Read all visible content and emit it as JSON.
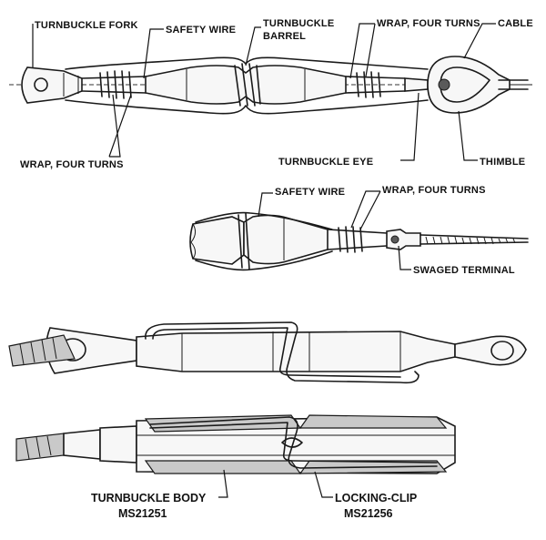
{
  "labels": {
    "turnbuckle_fork": "TURNBUCKLE FORK",
    "safety_wire_1": "SAFETY WIRE",
    "turnbuckle_barrel_1": "TURNBUCKLE",
    "turnbuckle_barrel_2": "BARREL",
    "wrap_four_turns_top": "WRAP, FOUR TURNS",
    "cable": "CABLE",
    "wrap_four_turns_left": "WRAP, FOUR TURNS",
    "turnbuckle_eye": "TURNBUCKLE EYE",
    "thimble": "THIMBLE",
    "safety_wire_2": "SAFETY WIRE",
    "wrap_four_turns_mid": "WRAP, FOUR TURNS",
    "swaged_terminal": "SWAGED TERMINAL",
    "turnbuckle_body_1": "TURNBUCKLE BODY",
    "turnbuckle_body_2": "MS21251",
    "locking_clip_1": "LOCKING-CLIP",
    "locking_clip_2": "MS21256"
  }
}
